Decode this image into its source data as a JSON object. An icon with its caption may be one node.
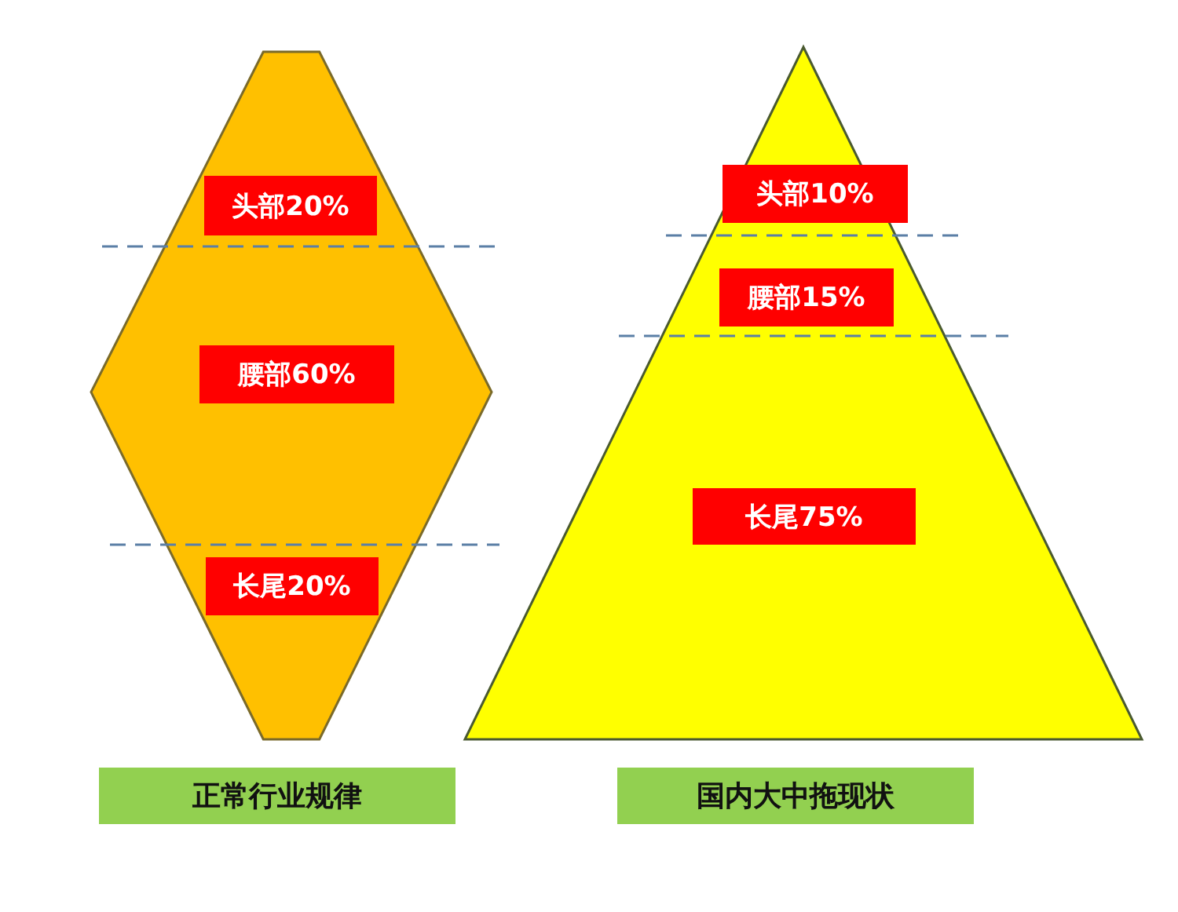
{
  "diagram": {
    "nodes": [
      {
        "text": [],
        "shape": "hexagon"
      },
      {
        "text": [
          "头部20%"
        ],
        "in": 0
      },
      {
        "text": [
          "腰部60%"
        ],
        "in": 0
      },
      {
        "text": [
          "长尾20%"
        ],
        "in": 0
      },
      {
        "text": [],
        "shape": "triangle"
      },
      {
        "text": [
          "头部10%"
        ],
        "in": 4
      },
      {
        "text": [
          "腰部15%"
        ],
        "in": 4
      },
      {
        "text": [
          "长尾75%"
        ],
        "in": 4
      },
      {
        "text": [
          "正常行业规律"
        ]
      },
      {
        "text": [
          "国内大中拖现状"
        ]
      }
    ]
  }
}
